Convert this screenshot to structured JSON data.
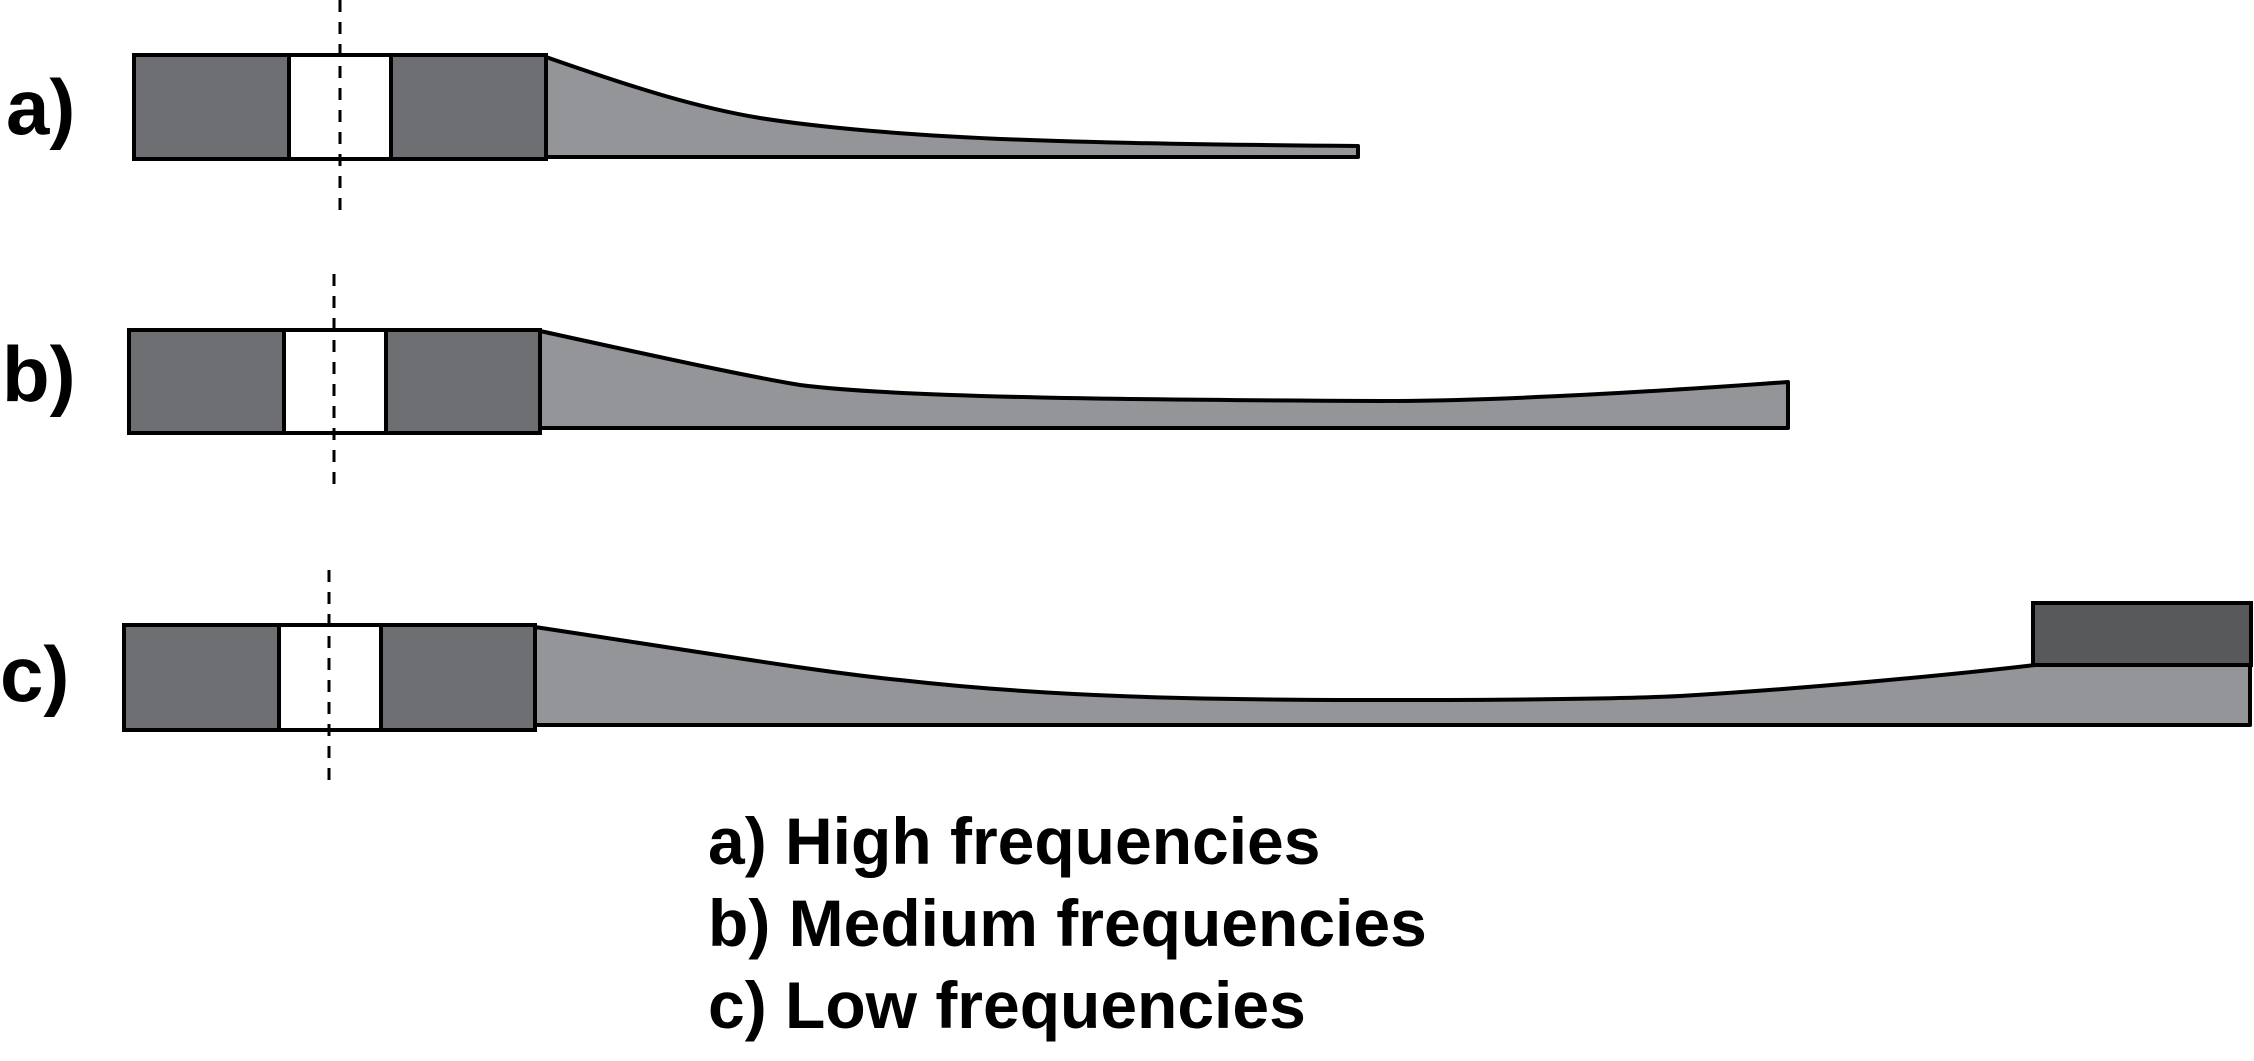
{
  "rows": [
    {
      "label": "a)"
    },
    {
      "label": "b)"
    },
    {
      "label": "c)"
    }
  ],
  "legend": [
    "a) High frequencies",
    "b) Medium frequencies",
    "c) Low frequencies"
  ],
  "colors": {
    "magnet": "#6d6e71",
    "cone": "#939598",
    "coil": "#ffffff",
    "outline": "#000000",
    "end_block": "#58595b"
  }
}
